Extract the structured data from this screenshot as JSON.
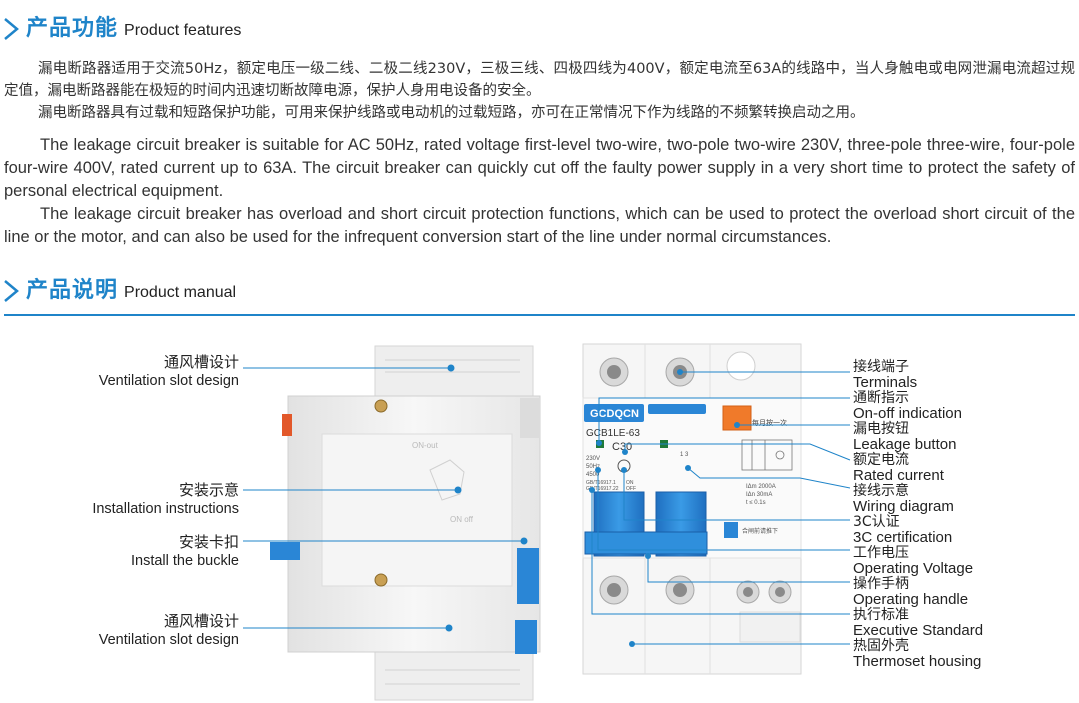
{
  "features": {
    "title_zh": "产品功能",
    "title_en": "Product features",
    "zh_para1": "漏电断路器适用于交流50Hz，额定电压一级二线、二极二线230V，三极三线、四极四线为400V，额定电流至63A的线路中，当人身触电或电网泄漏电流超过规定值，漏电断路器能在极短的时间内迅速切断故障电源，保护人身用电设备的安全。",
    "zh_para2": "漏电断路器具有过载和短路保护功能，可用来保护线路或电动机的过载短路，亦可在正常情况下作为线路的不频繁转换启动之用。",
    "en_para1": "The leakage circuit breaker is suitable for AC 50Hz, rated voltage first-level two-wire, two-pole two-wire 230V, three-pole three-wire, four-pole four-wire 400V, rated current up to 63A. The circuit breaker can quickly cut off the faulty power supply in a very short time to protect the safety of personal electrical equipment.",
    "en_para2": "The leakage circuit breaker has overload and short circuit protection functions, which can be used to protect the overload short circuit of the line or the motor, and can also be used for the infrequent conversion start of the line under normal circumstances."
  },
  "manual": {
    "title_zh": "产品说明",
    "title_en": "Product manual",
    "left_labels": [
      {
        "zh": "通风槽设计",
        "en": "Ventilation slot design"
      },
      {
        "zh": "安装示意",
        "en": "Installation instructions"
      },
      {
        "zh": "安装卡扣",
        "en": "Install the buckle"
      },
      {
        "zh": "通风槽设计",
        "en": "Ventilation slot design"
      }
    ],
    "right_labels": [
      {
        "zh": "接线端子",
        "en": "Terminals"
      },
      {
        "zh": "通断指示",
        "en": "On-off indication"
      },
      {
        "zh": "漏电按钮",
        "en": "Leakage button"
      },
      {
        "zh": "额定电流",
        "en": "Rated current"
      },
      {
        "zh": "接线示意",
        "en": "Wiring diagram"
      },
      {
        "zh": "3C认证",
        "en": "3C certification"
      },
      {
        "zh": "工作电压",
        "en": "Operating Voltage"
      },
      {
        "zh": "操作手柄",
        "en": "Operating handle"
      },
      {
        "zh": "执行标准",
        "en": "Executive Standard"
      },
      {
        "zh": "热固外壳",
        "en": "Thermoset housing"
      }
    ]
  },
  "device": {
    "brand": "GCDQCN",
    "model": "GCB1LE-63",
    "rating": "C30",
    "monthly_test": "每月按一次",
    "specs": [
      "230V",
      "50Hz",
      "4500"
    ],
    "std": [
      "GB/T16917.1",
      "GB/T16917.22"
    ],
    "on": "ON",
    "off": "OFF",
    "params": [
      "IΔm 2000A",
      "IΔn 30mA",
      "t ≤ 0.1s"
    ],
    "reset_note": "合闸前请推下",
    "terminal_marks": "1  3",
    "side_mark_top": "ON-out",
    "side_mark_bottom": "ON  off"
  },
  "colors": {
    "accent": "#1f84c9",
    "blue_handle": "#2a86d6",
    "test_button": "#f07a2a",
    "housing": "#f4f4f4"
  }
}
